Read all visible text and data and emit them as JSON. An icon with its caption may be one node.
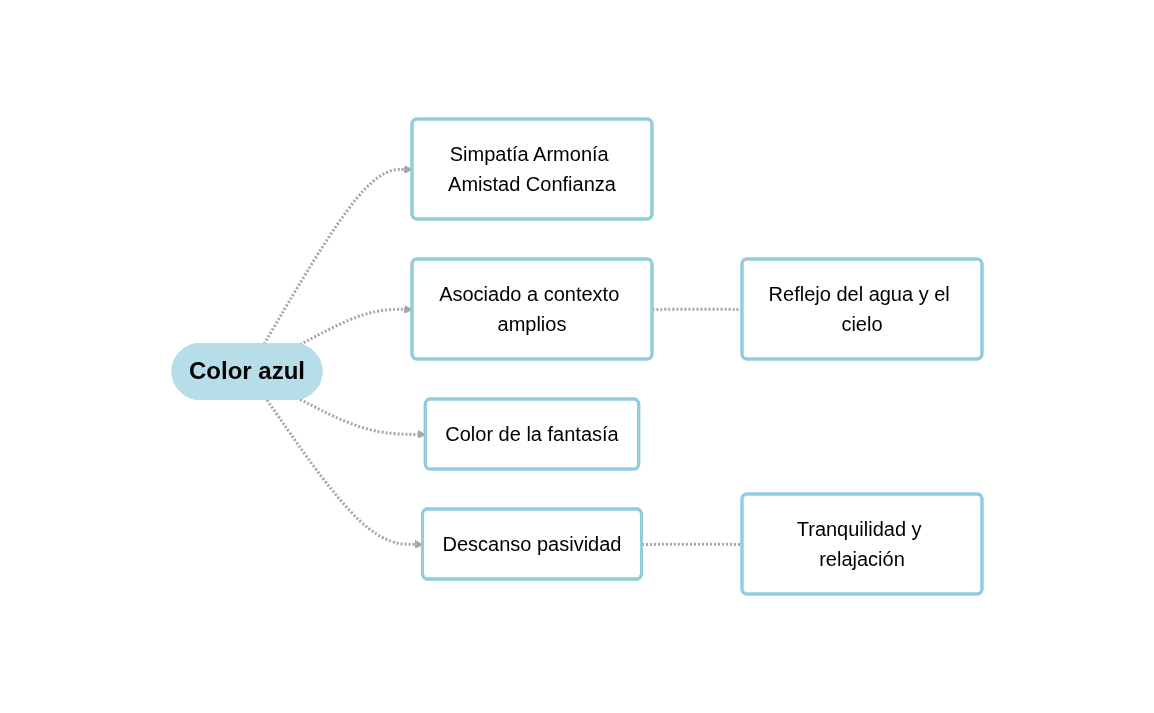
{
  "diagram": {
    "nodes": [
      {
        "text": [
          "Color azul"
        ]
      },
      {
        "text": [
          "Simpatía Armonía Amistad Confianza"
        ]
      },
      {
        "text": [
          "Asociado a contexto amplios"
        ]
      },
      {
        "text": [
          "Reflejo del agua y el cielo"
        ]
      },
      {
        "text": [
          "Color de la fantasía"
        ]
      },
      {
        "text": [
          "Descanso pasividad"
        ]
      },
      {
        "text": [
          "Tranquilidad y relajación"
        ]
      }
    ],
    "edges": [
      {
        "from": 0,
        "to": 1,
        "arrow": "to",
        "style": "dashed"
      },
      {
        "from": 0,
        "to": 2,
        "arrow": "to",
        "style": "dashed"
      },
      {
        "from": 2,
        "to": 3,
        "arrow": "none",
        "style": "dashed"
      },
      {
        "from": 0,
        "to": 4,
        "arrow": "to",
        "style": "dashed"
      },
      {
        "from": 0,
        "to": 5,
        "arrow": "to",
        "style": "dashed"
      },
      {
        "from": 5,
        "to": 6,
        "arrow": "none",
        "style": "dashed"
      }
    ]
  }
}
